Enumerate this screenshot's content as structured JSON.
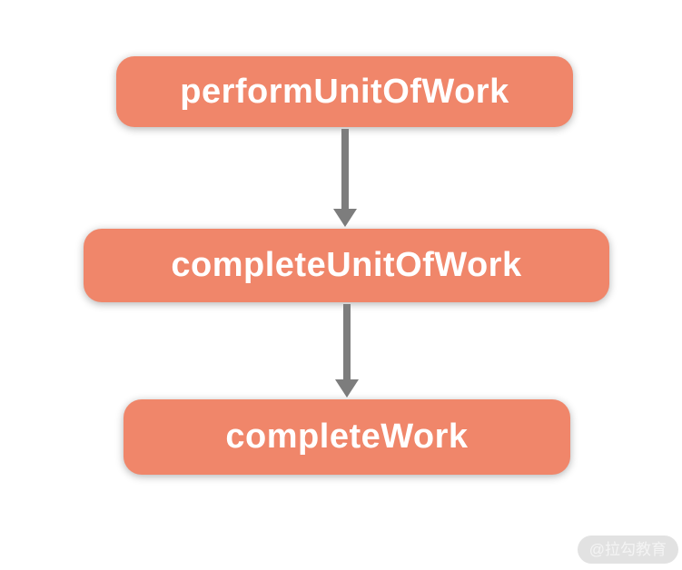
{
  "diagram": {
    "type": "flowchart",
    "direction": "top-down",
    "nodes": [
      {
        "id": "performUnitOfWork",
        "label": "performUnitOfWork"
      },
      {
        "id": "completeUnitOfWork",
        "label": "completeUnitOfWork"
      },
      {
        "id": "completeWork",
        "label": "completeWork"
      }
    ],
    "edges": [
      {
        "from": "performUnitOfWork",
        "to": "completeUnitOfWork",
        "style": "arrow-down"
      },
      {
        "from": "completeUnitOfWork",
        "to": "completeWork",
        "style": "arrow-down"
      }
    ],
    "colors": {
      "node_fill": "#F0866A",
      "node_text": "#FFFFFF",
      "arrow": "#7D7D7D",
      "background": "#FFFFFF",
      "watermark_bg": "#E2E2E2",
      "watermark_text": "#F4F4F4"
    }
  },
  "watermark": {
    "label": "@拉勾教育"
  }
}
